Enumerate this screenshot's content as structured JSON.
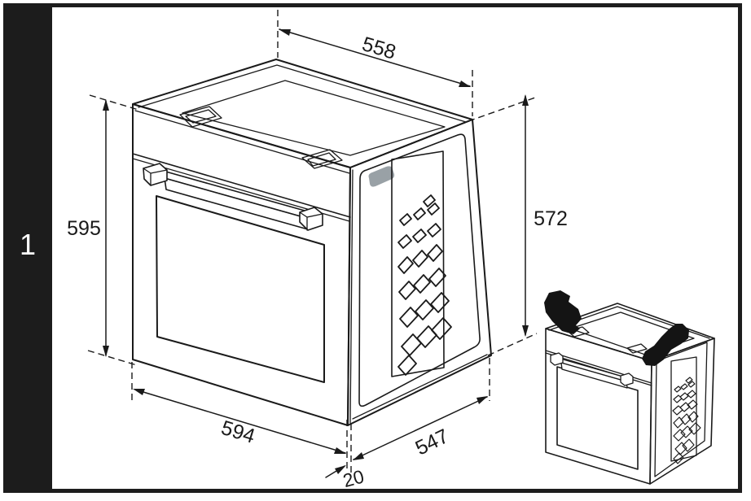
{
  "sidebar": {
    "step_number": "1",
    "background_color": "#1c1c1c",
    "text_color": "#ffffff"
  },
  "frame": {
    "border_color": "#1d1d1d"
  },
  "drawing": {
    "line_color": "#1a1a1a",
    "vent_highlight_color": "#99a1a6",
    "dimensions": {
      "top_width": "558",
      "front_height": "595",
      "rear_height": "572",
      "bottom_width": "594",
      "depth": "547",
      "gap": "20"
    },
    "icons": [
      "glove-icon",
      "glove-icon"
    ]
  }
}
